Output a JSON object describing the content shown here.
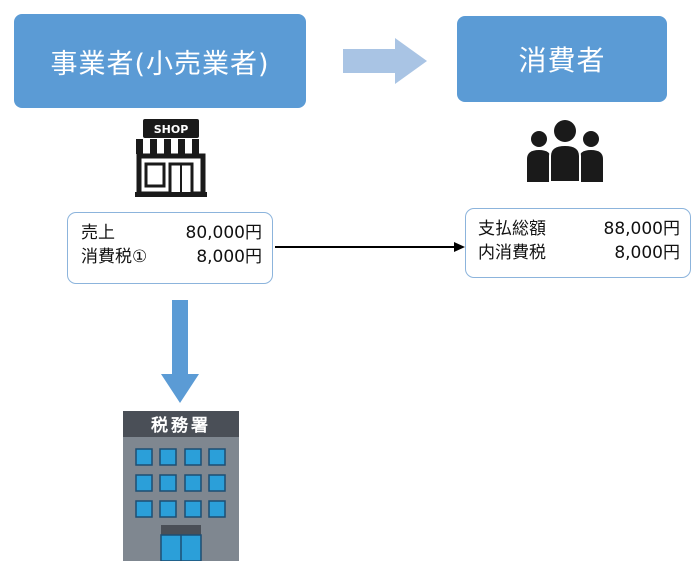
{
  "business": {
    "title": "事業者(小売業者)",
    "shop_sign": "SHOP"
  },
  "consumer": {
    "title": "消費者"
  },
  "sales_box": {
    "rows": [
      {
        "label": "売上",
        "value": "80,000円"
      },
      {
        "label": "消費税①",
        "value": "8,000円"
      }
    ]
  },
  "payment_box": {
    "rows": [
      {
        "label": "支払総額",
        "value": "88,000円"
      },
      {
        "label": "内消費税",
        "value": "8,000円"
      }
    ]
  },
  "tax_office": {
    "sign": "税務署"
  },
  "colors": {
    "box_blue": "#5b9bd5",
    "arrow_light_blue": "#a9c4e4",
    "arrow_blue": "#5b9bd5",
    "info_border": "#8cb4dc"
  }
}
